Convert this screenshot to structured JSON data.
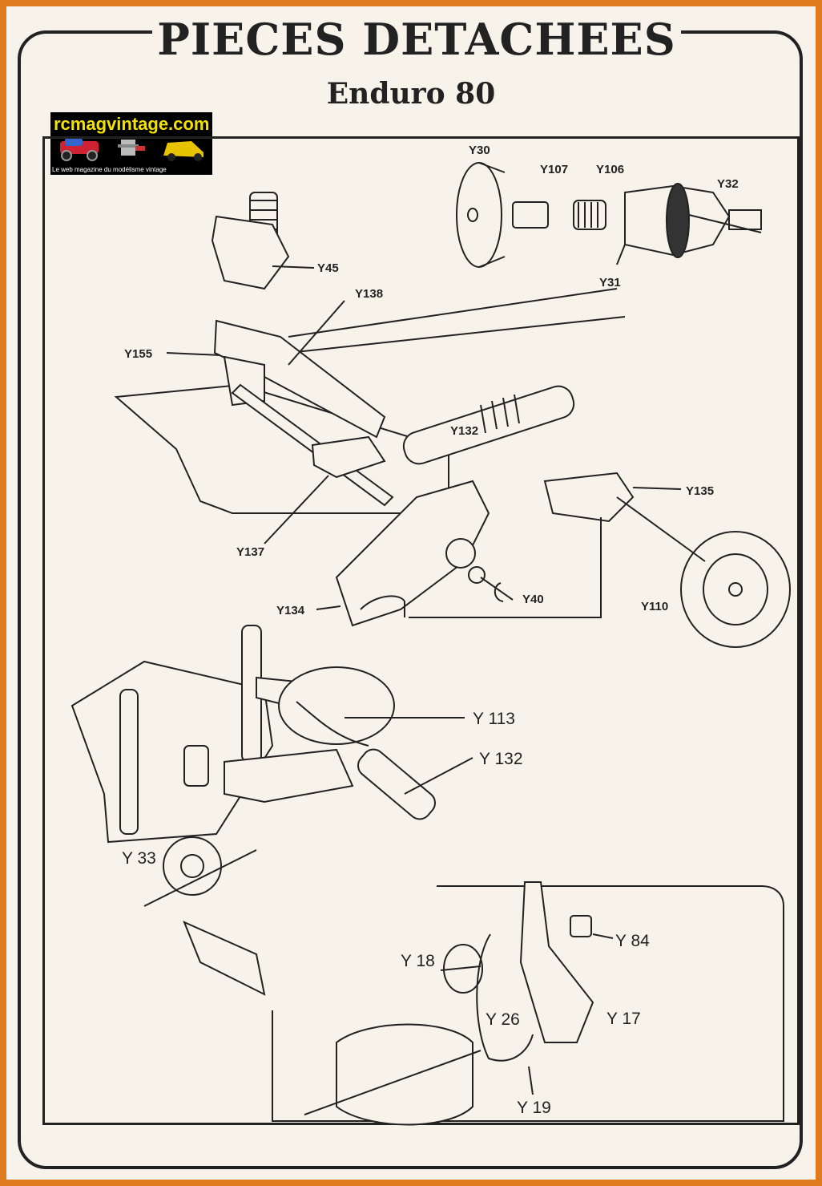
{
  "header": {
    "title": "PIECES DETACHEES",
    "subtitle": "Enduro 80"
  },
  "logo": {
    "name": "rcmagvintage.com",
    "tagline": "Le web magazine du modélisme vintage"
  },
  "labels": {
    "y30": "Y30",
    "y107": "Y107",
    "y106": "Y106",
    "y32": "Y32",
    "y31": "Y31",
    "y45": "Y45",
    "y138": "Y138",
    "y155": "Y155",
    "y132a": "Y132",
    "y135": "Y135",
    "y137": "Y137",
    "y134": "Y134",
    "y40": "Y40",
    "y110": "Y110",
    "y113": "Y 113",
    "y132b": "Y 132",
    "y33": "Y 33",
    "y84": "Y 84",
    "y18": "Y 18",
    "y26": "Y 26",
    "y17": "Y 17",
    "y19": "Y 19"
  },
  "colors": {
    "border": "#e07a1f",
    "paper": "#f7f3ea",
    "ink": "#222222",
    "logo_text": "#f3e200"
  }
}
